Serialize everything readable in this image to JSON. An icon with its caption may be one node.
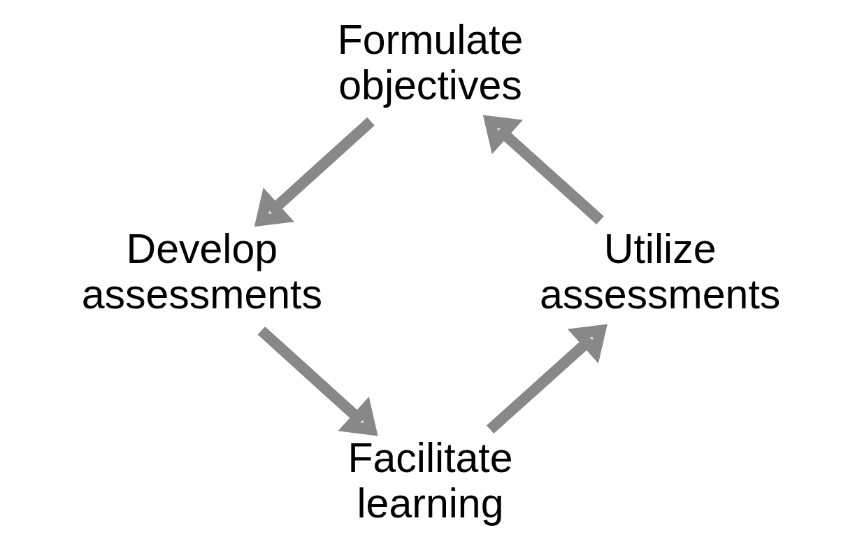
{
  "diagram": {
    "nodes": [
      {
        "text": [
          "Formulate objectives"
        ]
      },
      {
        "text": [
          "Develop assessments"
        ]
      },
      {
        "text": [
          "Facilitate learning"
        ]
      },
      {
        "text": [
          "Utilize assessments"
        ]
      }
    ],
    "edges": [
      {
        "from": 0,
        "to": 1,
        "arrow": "to"
      },
      {
        "from": 1,
        "to": 2,
        "arrow": "to"
      },
      {
        "from": 2,
        "to": 3,
        "arrow": "to"
      },
      {
        "from": 3,
        "to": 0,
        "arrow": "to"
      }
    ]
  }
}
